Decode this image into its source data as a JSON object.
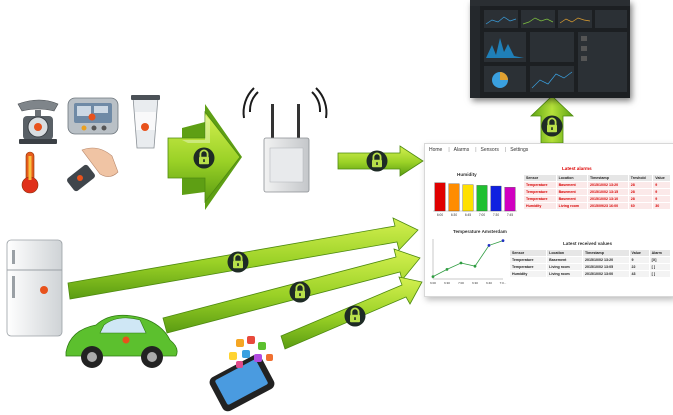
{
  "panel": {
    "nav": [
      "Home",
      "Alarms",
      "Sensors",
      "Settings"
    ],
    "humidity_title": "Humidity",
    "humidity_ticks": [
      "6:00",
      "6:30",
      "6:45",
      "7:00",
      "7:30",
      "7:45"
    ],
    "temp_title": "Temperature Amsterdam",
    "temp_ticks": [
      "6:00",
      "6:30",
      "7:00",
      "6:30",
      "6:40",
      "7:0..."
    ],
    "alarms_title": "Latest alarms",
    "alarms_headers": [
      "Sensor",
      "Location",
      "Timestamp",
      "Treshold",
      "Value"
    ],
    "alarms_rows": [
      [
        "Temperature",
        "Basement",
        "2015/10/02 13:20",
        "28",
        "9"
      ],
      [
        "Temperature",
        "Basement",
        "2015/10/02 13:15",
        "28",
        "9"
      ],
      [
        "Temperature",
        "Basement",
        "2015/10/02 13:10",
        "28",
        "9"
      ],
      [
        "Humidity",
        "Living room",
        "2015/09/23 16:00",
        "60",
        "30"
      ]
    ],
    "resolved_title": "Latest received values",
    "resolved_headers": [
      "Sensor",
      "Location",
      "Timestamp",
      "Value",
      "Alarm"
    ],
    "resolved_rows": [
      [
        "Temperature",
        "Basement",
        "2015/10/02 13:20",
        "9",
        "[X]"
      ],
      [
        "Temperature",
        "Living room",
        "2015/10/02 13:05",
        "22",
        "[ ]"
      ],
      [
        "Humidity",
        "Living room",
        "2015/10/02 13:00",
        "43",
        "[ ]"
      ]
    ]
  },
  "colors": {
    "arrow_light": "#c6ec3a",
    "arrow_dark": "#5ba60f",
    "lock": "#1f2a24",
    "alarm_red": "#d80000",
    "car_green": "#5cc02e"
  },
  "icons": [
    "kitchen-scale-icon",
    "blood-pressure-monitor-icon",
    "measuring-cup-icon",
    "thermometer-icon",
    "pulse-oximeter-icon",
    "wifi-router-icon",
    "fridge-icon",
    "car-icon",
    "smartphone-icon",
    "lock-icon"
  ],
  "chart_data": [
    {
      "type": "bar",
      "title": "Humidity",
      "categories": [
        "6:00",
        "6:30",
        "6:45",
        "7:00",
        "7:30",
        "7:45"
      ],
      "values": [
        88,
        85,
        82,
        80,
        78,
        74
      ],
      "colors": [
        "#e00000",
        "#ff8c00",
        "#ffe000",
        "#20c030",
        "#1020e0",
        "#d000c0"
      ],
      "ylim": [
        0,
        100
      ]
    },
    {
      "type": "line",
      "title": "Temperature Amsterdam",
      "categories": [
        "6:00",
        "6:30",
        "7:00",
        "6:30",
        "6:40",
        "7:0..."
      ],
      "values": [
        3,
        12,
        20,
        16,
        42,
        48
      ],
      "ylim": [
        0,
        50
      ]
    }
  ]
}
